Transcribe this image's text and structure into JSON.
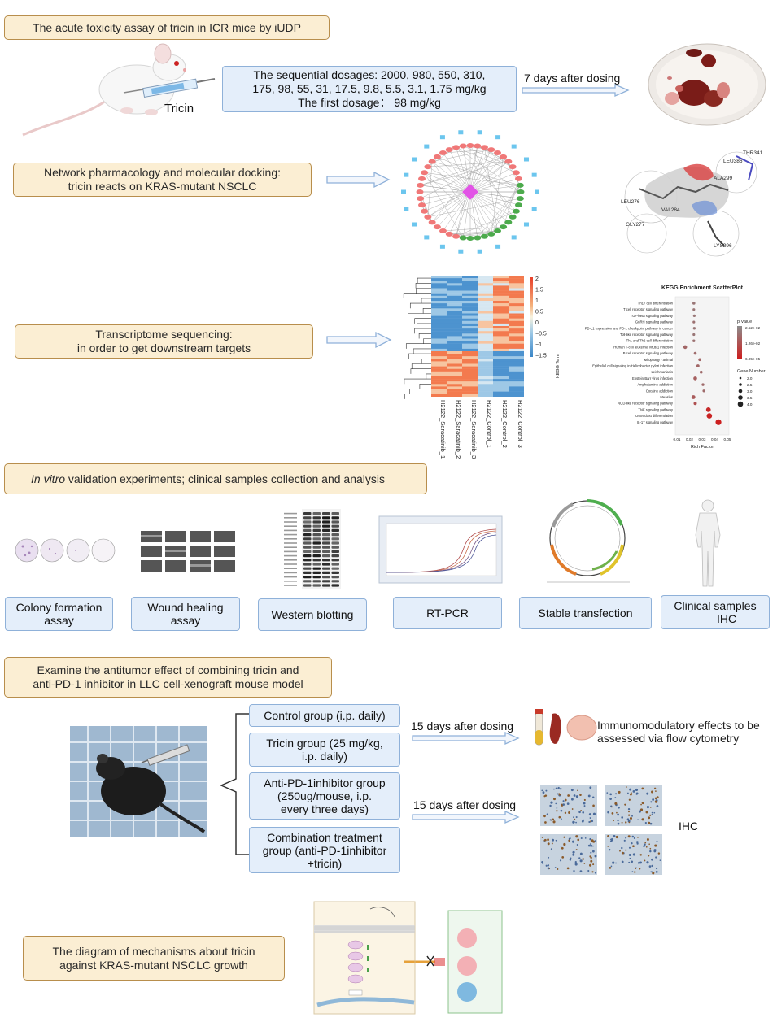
{
  "section1": {
    "title": "The acute toxicity assay of tricin in ICR mice by iUDP",
    "mouse_label": "Tricin",
    "dosage_line1": "The sequential dosages: 2000, 980, 550, 310,",
    "dosage_line2": "175, 98, 55, 31, 17.5, 9.8, 5.5, 3.1, 1.75 mg/kg",
    "dosage_line3": "The first dosage： 98 mg/kg",
    "arrow_label": "7 days after dosing"
  },
  "section2": {
    "line1": "Network pharmacology and molecular docking:",
    "line2": "tricin reacts on KRAS-mutant NSCLC",
    "docking_residues": [
      "THR341",
      "LEU386",
      "ALA299",
      "LEU276",
      "VAL284",
      "GLY277",
      "LYS296"
    ]
  },
  "section3": {
    "line1": "Transcriptome sequencing:",
    "line2": "in order to get downstream targets",
    "heatmap": {
      "columns": [
        "H2122_Saracatinib_1",
        "H2122_Saracatinib_2",
        "H2122_Saracatinib_3",
        "H2122_Control_1",
        "H2122_Control_2",
        "H2122_Control_3"
      ],
      "scale_ticks": [
        "2",
        "1.5",
        "1",
        "0.5",
        "0",
        "−0.5",
        "−1",
        "−1.5"
      ]
    },
    "kegg": {
      "title": "KEGG Enrichment ScatterPlot",
      "ylabel": "KEGG Term",
      "xlabel": "Rich Factor",
      "xticks": [
        "0.01",
        "0.02",
        "0.03",
        "0.04",
        "0.05"
      ],
      "terms": [
        "Th17 cell differentiation",
        "T cell receptor signaling pathway",
        "TGF-beta signaling pathway",
        "GnRH signaling pathway",
        "PD-L1 expression and PD-1 checkpoint pathway in cancer",
        "Toll-like receptor signaling pathway",
        "Th1 and Th2 cell differentiation",
        "Human T-cell leukemia virus 1 infection",
        "B cell receptor signaling pathway",
        "Mitophagy - animal",
        "Epithelial cell signaling in Helicobacter pylori infection",
        "Leishmaniasis",
        "Epstein-Barr virus infection",
        "Amphetamine addiction",
        "Cocaine addiction",
        "Measles",
        "NOD-like receptor signaling pathway",
        "TNF signaling pathway",
        "Osteoclast differentiation",
        "IL-17 signaling pathway"
      ],
      "legend_pvalue_title": "p Value",
      "legend_pvalue_ticks": [
        "2.52e-02",
        "1.26e-02",
        "6.95e-05"
      ],
      "legend_gene_title": "Gene Number",
      "legend_gene_ticks": [
        "2.0",
        "2.5",
        "3.0",
        "3.5",
        "4.0"
      ],
      "colors": {
        "low": "#cc1f1f",
        "high": "#8c8c8c"
      }
    }
  },
  "section4": {
    "title_italic": "In vitro",
    "title_rest": " validation experiments; clinical samples collection and analysis",
    "panels": [
      {
        "line1": "Colony formation",
        "line2": "assay"
      },
      {
        "line1": "Wound healing",
        "line2": "assay"
      },
      {
        "line1": "Western blotting",
        "line2": ""
      },
      {
        "line1": "RT-PCR",
        "line2": ""
      },
      {
        "line1": "Stable transfection",
        "line2": ""
      },
      {
        "line1": "Clinical samples",
        "line2": "——IHC"
      }
    ]
  },
  "section5": {
    "line1": "Examine the antitumor effect of combining tricin and",
    "line2": "anti-PD-1 inhibitor in LLC cell-xenograft mouse model",
    "groups": [
      {
        "line1": "Control group (i.p. daily)",
        "line2": "",
        "line3": ""
      },
      {
        "line1": "Tricin  group (25 mg/kg,",
        "line2": "i.p. daily)",
        "line3": ""
      },
      {
        "line1": "Anti-PD-1inhibitor group",
        "line2": "(250ug/mouse, i.p.",
        "line3": "every three days)"
      },
      {
        "line1": "Combination treatment",
        "line2": "group (anti-PD-1inhibitor",
        "line3": "+tricin)"
      }
    ],
    "arrow1_label": "15 days after dosing",
    "arrow2_label": "15 days after dosing",
    "flow_line1": "Immunomodulatory effects to be",
    "flow_line2": "assessed via flow cytometry",
    "ihc_label": "IHC"
  },
  "section6": {
    "line1": "The diagram of mechanisms about tricin",
    "line2": "against KRAS-mutant NSCLC  growth"
  }
}
